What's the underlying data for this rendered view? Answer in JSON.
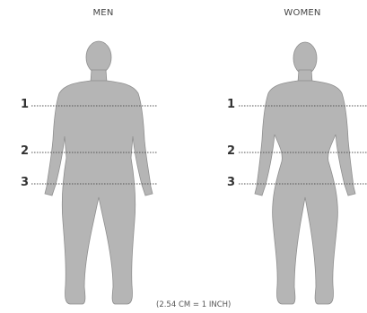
{
  "titles": {
    "men": "MEN",
    "women": "WOMEN"
  },
  "measure_labels": [
    "1",
    "2",
    "3"
  ],
  "footnote": "(2.54 CM = 1 INCH)",
  "colors": {
    "body": "#b5b5b5",
    "body_stroke": "#8f8f8f",
    "line": "#555555",
    "text": "#333333"
  }
}
